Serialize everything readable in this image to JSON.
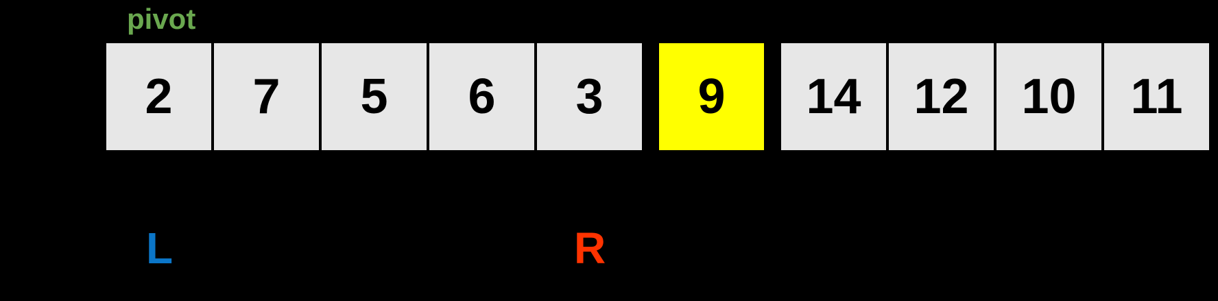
{
  "labels": {
    "pivot": "pivot",
    "left_pointer": "L",
    "right_pointer": "R"
  },
  "array": {
    "cells": [
      {
        "value": "2",
        "role": "element"
      },
      {
        "value": "7",
        "role": "element"
      },
      {
        "value": "5",
        "role": "element"
      },
      {
        "value": "6",
        "role": "element"
      },
      {
        "value": "3",
        "role": "element"
      },
      {
        "value": "9",
        "role": "pivot-highlighted"
      },
      {
        "value": "14",
        "role": "element"
      },
      {
        "value": "12",
        "role": "element"
      },
      {
        "value": "10",
        "role": "element"
      },
      {
        "value": "11",
        "role": "element"
      }
    ]
  },
  "colors": {
    "background": "#000000",
    "cell_background": "#E7E7E7",
    "pivot_highlight": "#FFFF00",
    "number_text": "#000000",
    "pivot_label_green": "#6AA84F",
    "left_pointer_blue": "#0B76C8",
    "right_pointer_red": "#FF3300"
  }
}
